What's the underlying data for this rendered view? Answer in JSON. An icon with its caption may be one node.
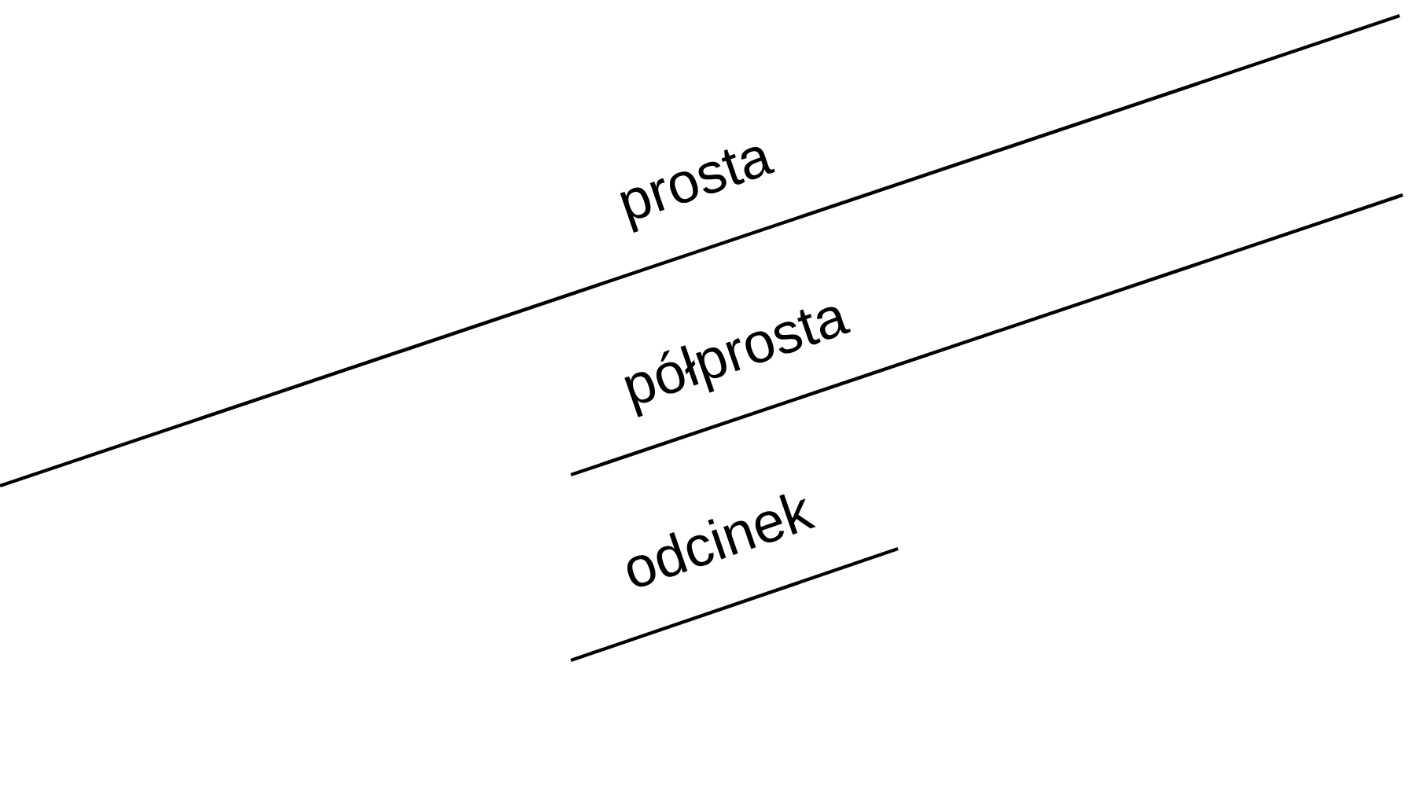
{
  "diagram": {
    "labels": [
      "prosta",
      "półprosta",
      "odcinek"
    ]
  }
}
